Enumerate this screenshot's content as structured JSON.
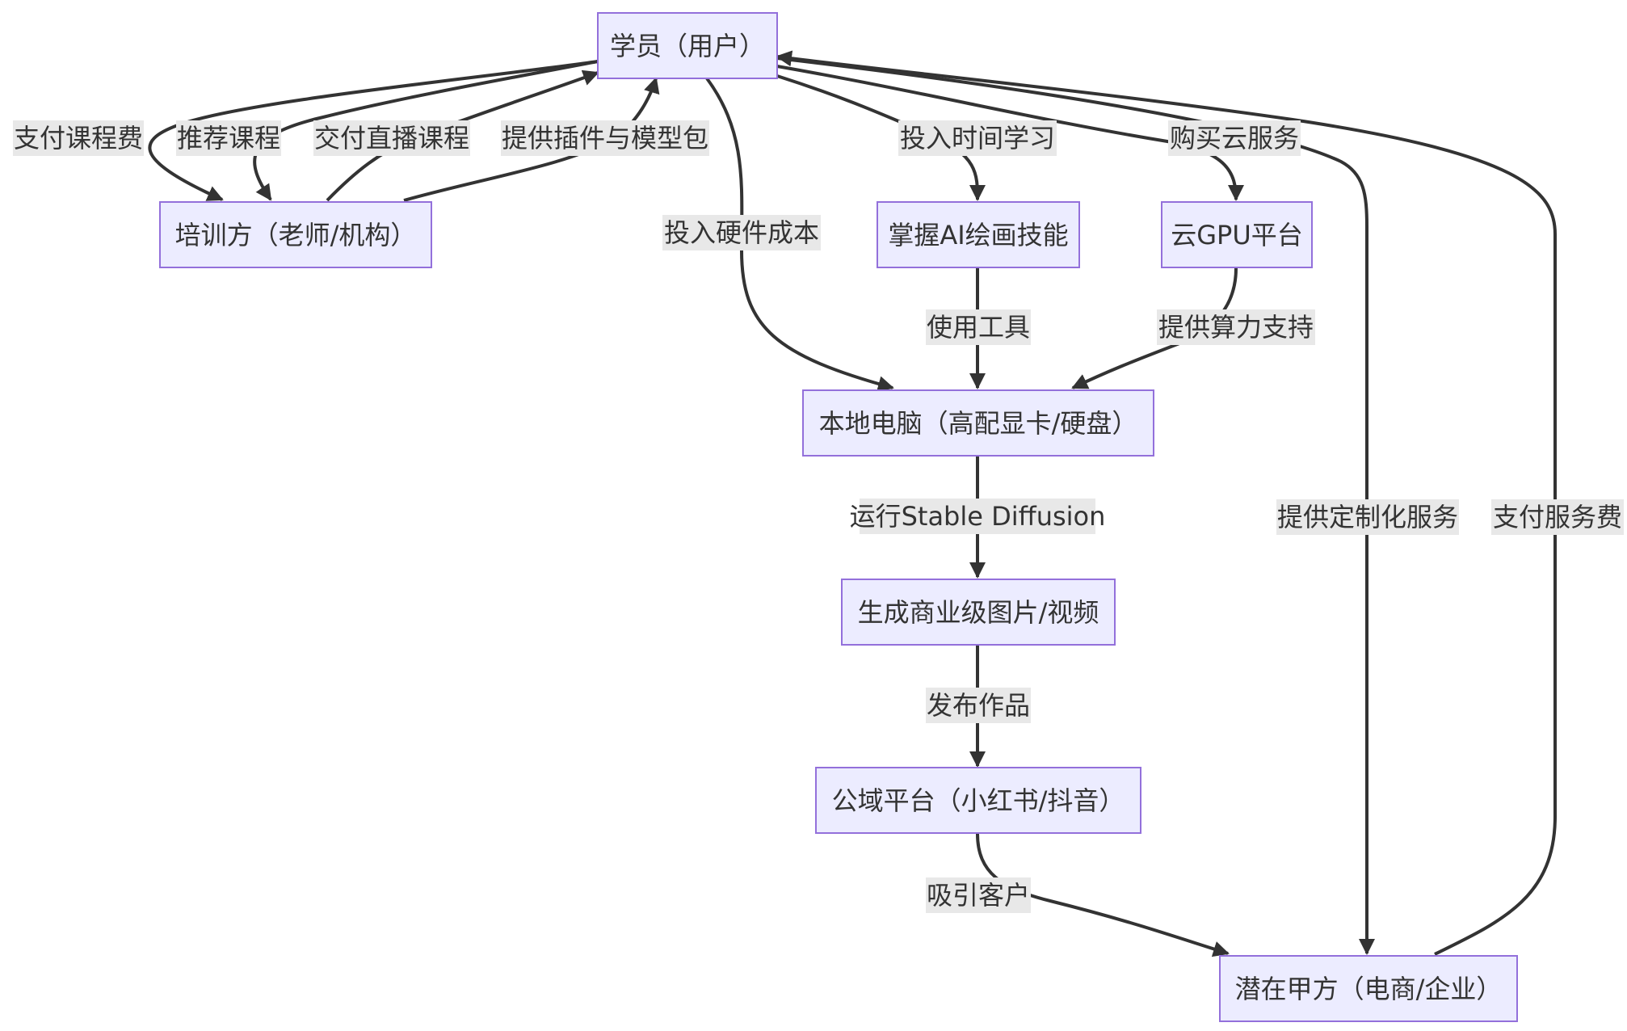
{
  "nodes": {
    "student": "学员（用户）",
    "trainer": "培训方（老师/机构）",
    "skill": "掌握AI绘画技能",
    "cloud_gpu": "云GPU平台",
    "local_pc": "本地电脑（高配显卡/硬盘）",
    "generate": "生成商业级图片/视频",
    "public_platform": "公域平台（小红书/抖音）",
    "client": "潜在甲方（电商/企业）"
  },
  "edges": {
    "pay_course": "支付课程费",
    "recommend_course": "推荐课程",
    "deliver_live": "交付直播课程",
    "provide_plugins": "提供插件与模型包",
    "hardware_cost": "投入硬件成本",
    "invest_time": "投入时间学习",
    "buy_cloud": "购买云服务",
    "use_tools": "使用工具",
    "compute_support": "提供算力支持",
    "run_sd": "运行Stable Diffusion",
    "publish": "发布作品",
    "attract": "吸引客户",
    "custom_service": "提供定制化服务",
    "pay_service": "支付服务费"
  }
}
